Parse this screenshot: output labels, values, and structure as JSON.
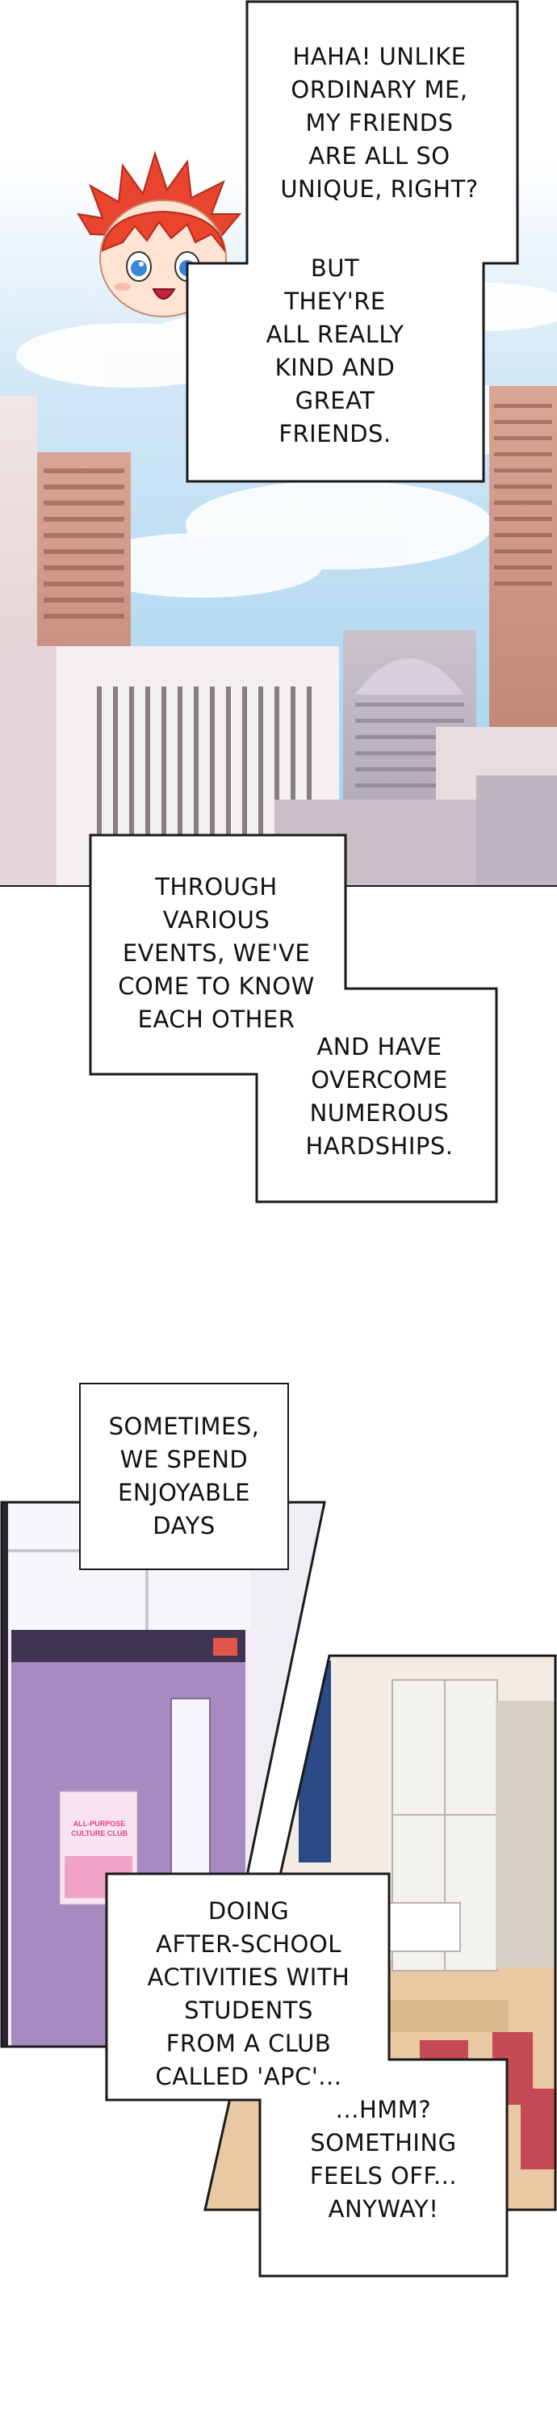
{
  "captions": {
    "c1": "HAHA! UNLIKE\nORDINARY ME,\nMY FRIENDS\nARE ALL SO\nUNIQUE, RIGHT?",
    "c2": "BUT\nTHEY'RE\nALL REALLY\nKIND AND\nGREAT\nFRIENDS.",
    "c3": "THROUGH\nVARIOUS\nEVENTS, WE'VE\nCOME TO KNOW\nEACH OTHER",
    "c4": "AND HAVE\nOVERCOME\nNUMEROUS\nHARDSHIPS.",
    "c5": "SOMETIMES,\nWE SPEND\nENJOYABLE\nDAYS",
    "c6": "DOING\nAFTER-SCHOOL\nACTIVITIES WITH\nSTUDENTS\nFROM A CLUB\nCALLED 'APC'...",
    "c7": "...HMM?\nSOMETHING\nFEELS OFF...\nANYWAY!"
  },
  "club_sign": "ALL-PURPOSE\nCULTURE CLUB",
  "colors": {
    "sky_top": "#ffffff",
    "sky_bottom": "#9fd0ee",
    "hair": "#e8442e",
    "eyes": "#3a86d8",
    "room_purple": "#a78bc0",
    "room_floor": "#e8c9a4",
    "chair_red": "#c64a56"
  }
}
